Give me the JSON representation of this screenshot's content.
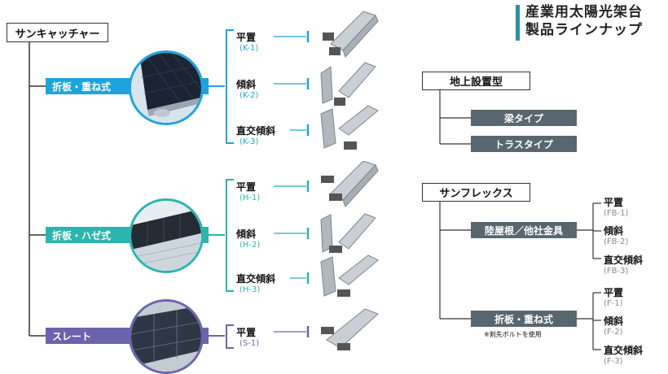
{
  "title": {
    "line1": "産業用太陽光架台",
    "line2": "製品ラインナップ"
  },
  "root": {
    "label": "サンキャッチャー"
  },
  "groups": [
    {
      "label": "折板・重ね式",
      "color": "#1ea4dc",
      "items": [
        {
          "name": "平置",
          "code": "(K-1)"
        },
        {
          "name": "傾斜",
          "code": "(K-2)"
        },
        {
          "name": "直交傾斜",
          "code": "(K-3)"
        }
      ]
    },
    {
      "label": "折板・ハゼ式",
      "color": "#2bb5ad",
      "items": [
        {
          "name": "平置",
          "code": "(H-1)"
        },
        {
          "name": "傾斜",
          "code": "(H-2)"
        },
        {
          "name": "直交傾斜",
          "code": "(H-3)"
        }
      ]
    },
    {
      "label": "スレート",
      "color": "#6c63ad",
      "items": [
        {
          "name": "平置",
          "code": "(S-1)"
        }
      ]
    }
  ],
  "ground": {
    "label": "地上設置型",
    "items": [
      "梁タイプ",
      "トラスタイプ"
    ]
  },
  "sunflex": {
    "label": "サンフレックス",
    "branches": [
      {
        "label": "陸屋根／他社金具",
        "note": "",
        "items": [
          {
            "name": "平置",
            "code": "(FB-1)"
          },
          {
            "name": "傾斜",
            "code": "(FB-2)"
          },
          {
            "name": "直交傾斜",
            "code": "(FB-3)"
          }
        ]
      },
      {
        "label": "折板・重ね式",
        "note": "※剣先ボルトを使用",
        "items": [
          {
            "name": "平置",
            "code": "(F-1)"
          },
          {
            "name": "傾斜",
            "code": "(F-2)"
          },
          {
            "name": "直交傾斜",
            "code": "(F-3)"
          }
        ]
      }
    ]
  },
  "colors": {
    "line": "#333333",
    "graybar": "#58666f",
    "accent": "#2a8fa8"
  }
}
